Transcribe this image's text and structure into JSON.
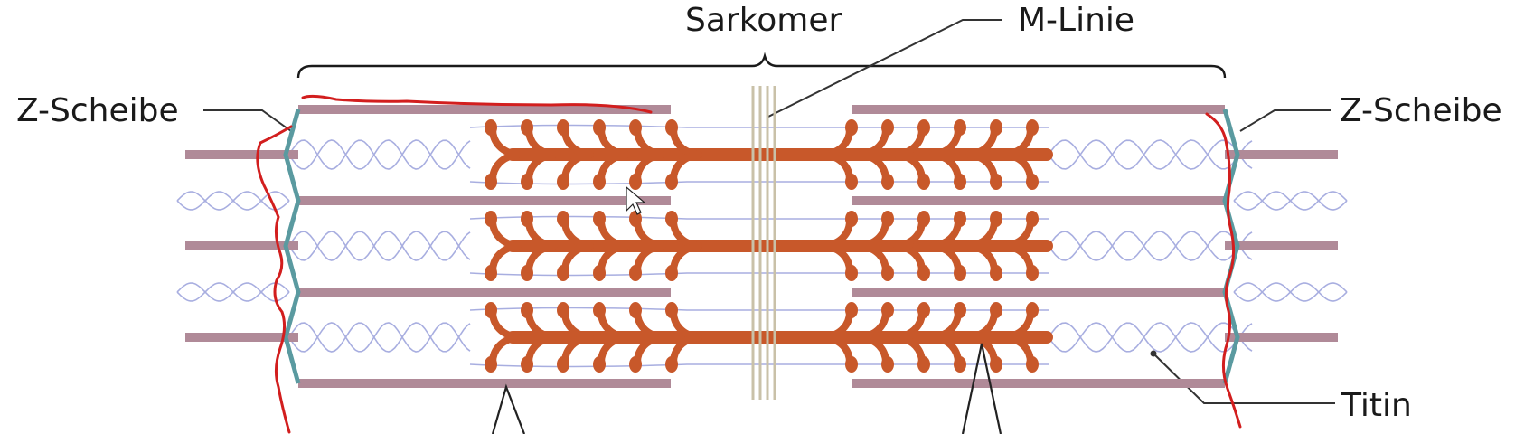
{
  "labels": {
    "sarcomere": "Sarkomer",
    "m_line": "M-Linie",
    "z_disc_left": "Z-Scheibe",
    "z_disc_right": "Z-Scheibe",
    "titin": "Titin"
  },
  "colors": {
    "actin": "#b08a98",
    "myosin": "#c8582a",
    "titin": "#a8aee0",
    "z_disc": "#5a9aa0",
    "m_line": "#c9c1a8",
    "leader": "#333333",
    "annotation": "#d21e1e"
  }
}
